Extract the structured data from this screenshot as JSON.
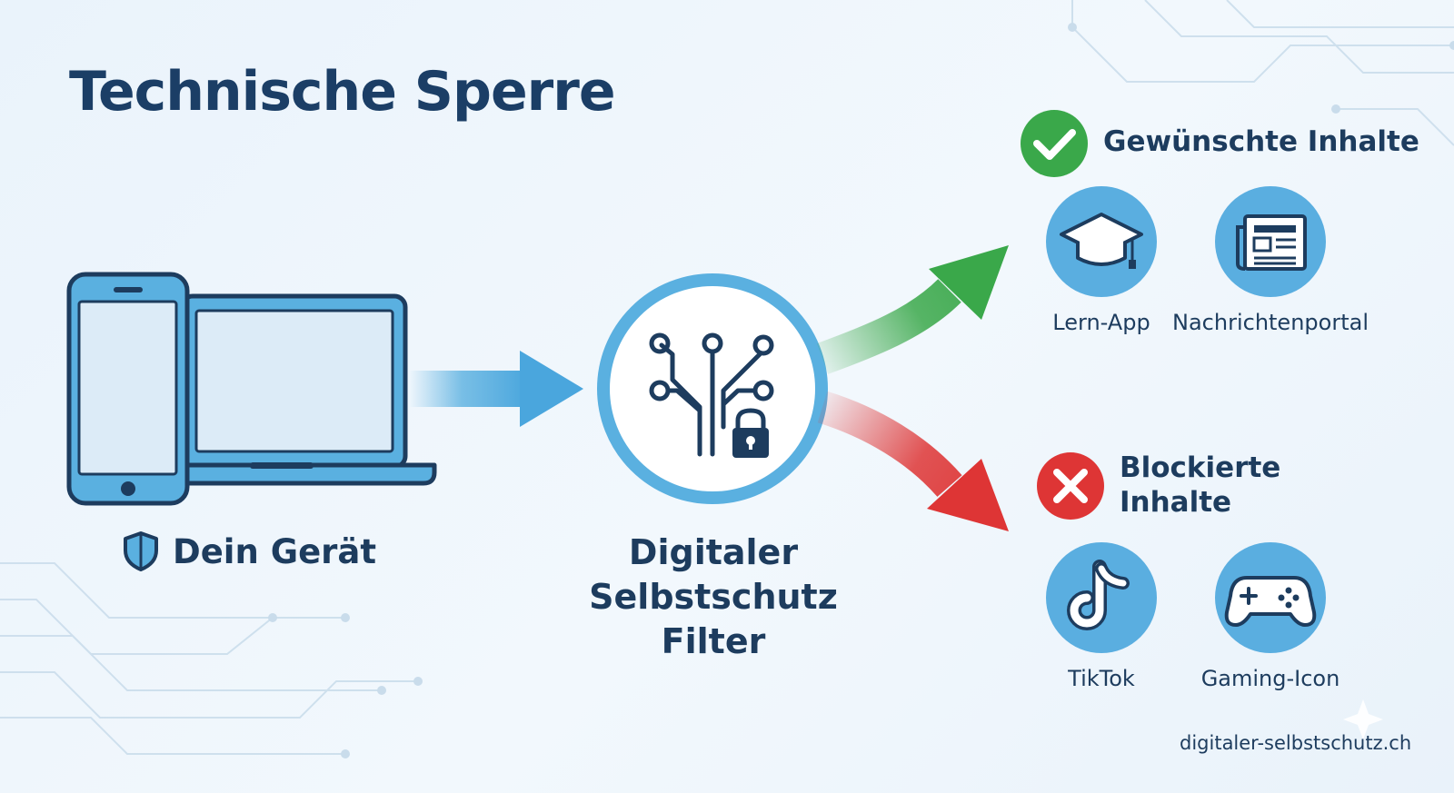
{
  "title": "Technische Sperre",
  "device": {
    "label": "Dein Gerät",
    "icon": "shield-icon"
  },
  "filter": {
    "label_lines": [
      "Digitaler",
      "Selbstschutz",
      "Filter"
    ],
    "icon": "circuit-lock-icon"
  },
  "allowed": {
    "heading": "Gewünschte Inhalte",
    "status_icon": "checkmark-icon",
    "color": "#3aa84a",
    "items": [
      {
        "label": "Lern-App",
        "icon": "graduation-cap-icon"
      },
      {
        "label": "Nachrichtenportal",
        "icon": "newspaper-icon"
      }
    ]
  },
  "blocked": {
    "heading": "Blockierte Inhalte",
    "status_icon": "x-icon",
    "color": "#de3535",
    "items": [
      {
        "label": "TikTok",
        "icon": "tiktok-icon"
      },
      {
        "label": "Gaming-Icon",
        "icon": "gamepad-icon"
      }
    ]
  },
  "footer": "digitaler-selbstschutz.ch",
  "colors": {
    "accent_blue": "#5ab0e0",
    "dark_navy": "#1d3c5e",
    "icon_circle": "#5aaee0"
  }
}
